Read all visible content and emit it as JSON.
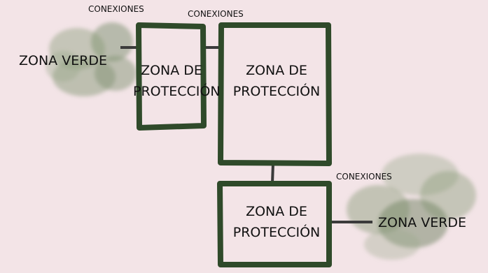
{
  "labels": {
    "conexiones_1": "CONEXIONES",
    "conexiones_2": "CONEXIONES",
    "conexiones_3": "CONEXIONES",
    "zona_verde_1": "ZONA VERDE",
    "zona_verde_2": "ZONA VERDE"
  },
  "zones": [
    {
      "line1": "ZONA DE",
      "line2": "PROTECCIÓN"
    },
    {
      "line1": "ZONA DE",
      "line2": "PROTECCIÓN"
    },
    {
      "line1": "ZONA DE",
      "line2": "PROTECCIÓN"
    }
  ],
  "colors": {
    "background": "#f3e4e7",
    "box_border": "#2f4a2a",
    "connector": "#3b3b3b",
    "vegetation": "#8a9a7a"
  }
}
